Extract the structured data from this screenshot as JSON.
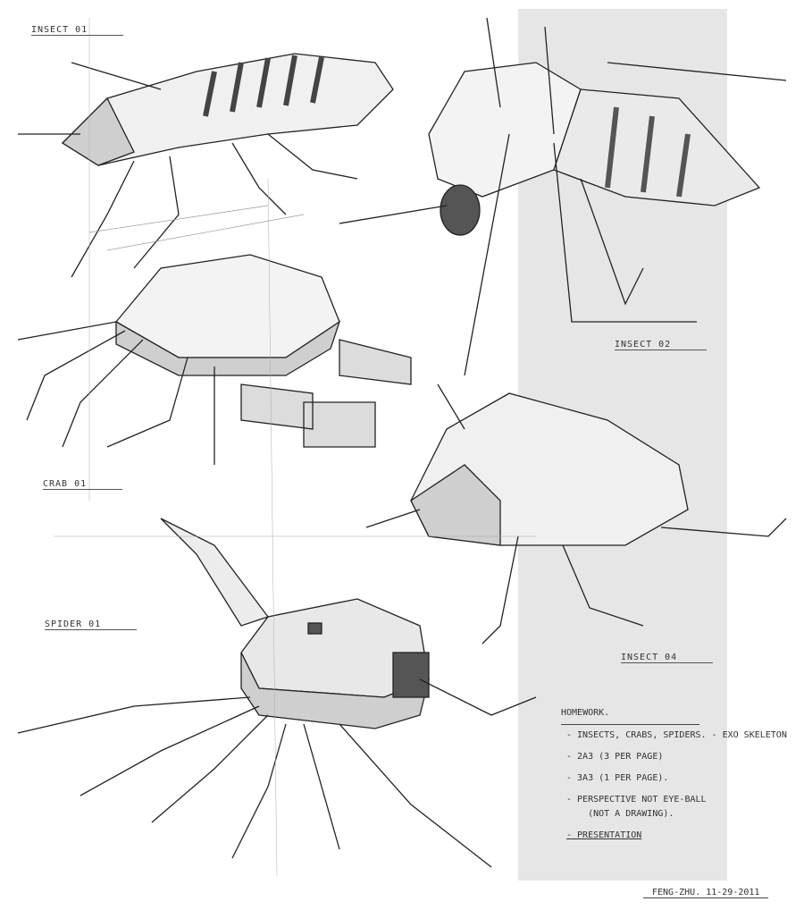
{
  "labels": {
    "insect1": "INSECT 01",
    "insect2": "INSECT 02",
    "crab1": "CRAB 01",
    "insect4": "INSECT 04",
    "spider1": "SPIDER 01"
  },
  "notes": {
    "title": "HOMEWORK.",
    "items": [
      "- INSECTS, CRABS, SPIDERS. - EXO SKELETON",
      "- 2A3 (3 PER PAGE)",
      "- 3A3 (1 PER PAGE).",
      "- PERSPECTIVE NOT EYE-BALL\n    (NOT A DRAWING).",
      "- PRESENTATION"
    ]
  },
  "signature": "FENG-ZHU. 11-29-2011",
  "colors": {
    "panel": "#e6e6e6",
    "ink": "#222222",
    "tone": "#bbbbbb"
  }
}
